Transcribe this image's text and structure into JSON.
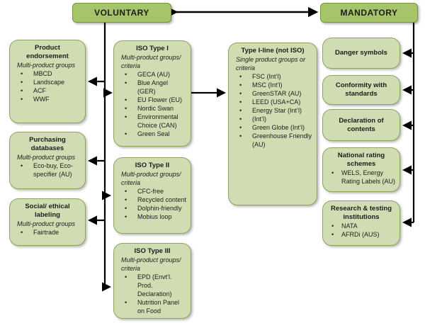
{
  "top": {
    "voluntary_label": "VOLUNTARY",
    "mandatory_label": "MANDATORY"
  },
  "colors": {
    "header_fill": "#a6c46a",
    "header_border": "#75933c",
    "box_fill": "#d0ddb2",
    "box_border": "#91a363",
    "connector": "#000000",
    "text": "#1c1c1c"
  },
  "boxes": {
    "product_endorsement": {
      "title": "Product endorsement",
      "subtitle": "Multi-product groups",
      "items": [
        "MBCD",
        "Landscape",
        "ACF",
        "WWF"
      ]
    },
    "purchasing_databases": {
      "title": "Purchasing databases",
      "subtitle": "Multi-product groups",
      "items": [
        "Eco-buy, Eco-specifier (AU)"
      ]
    },
    "social_ethical_labeling": {
      "title": "Social/ ethical labeling",
      "subtitle": "Multi-product groups",
      "items": [
        "Fairtrade"
      ]
    },
    "iso_type_1": {
      "title": "ISO Type I",
      "subtitle": "Multi-product groups/ criteria",
      "items": [
        "GECA (AU)",
        "Blue Angel (GER)",
        "EU Flower (EU)",
        "Nordic Swan",
        "Environmental Choice (CAN)",
        "Green Seal"
      ]
    },
    "iso_type_2": {
      "title": "ISO Type II",
      "subtitle": "Multi-product groups/ criteria",
      "items": [
        "CFC-free",
        "Recycled content",
        "Dolphin-friendly",
        "Mobius loop"
      ]
    },
    "iso_type_3": {
      "title": "ISO Type III",
      "subtitle": "Multi-product groups/ criteria",
      "items": [
        "EPD (Envt’l. Prod. Declaration)",
        "Nutrition Panel on Food"
      ]
    },
    "type_i_line": {
      "title": "Type I-line (not ISO)",
      "subtitle": "Single product groups or criteria",
      "items": [
        "FSC (Int’l)",
        "MSC (Int’l)",
        "GreenSTAR (AU)",
        "LEED (USA+CA)",
        "Energy Star (Int’l)",
        "(Int’l)",
        "Green Globe (Int’l)",
        "Greenhouse Friendly (AU)"
      ]
    },
    "danger_symbols": {
      "title": "Danger symbols"
    },
    "conformity_with_standards": {
      "title": "Conformity with standards"
    },
    "declaration_of_contents": {
      "title": "Declaration of contents"
    },
    "national_rating_schemes": {
      "title": "National rating schemes",
      "items": [
        "WELS, Energy Rating Labels (AU)"
      ]
    },
    "research_testing_institutions": {
      "title": "Research & testing institutions",
      "items": [
        "NATA",
        "AFRDi (AUS)"
      ]
    }
  }
}
